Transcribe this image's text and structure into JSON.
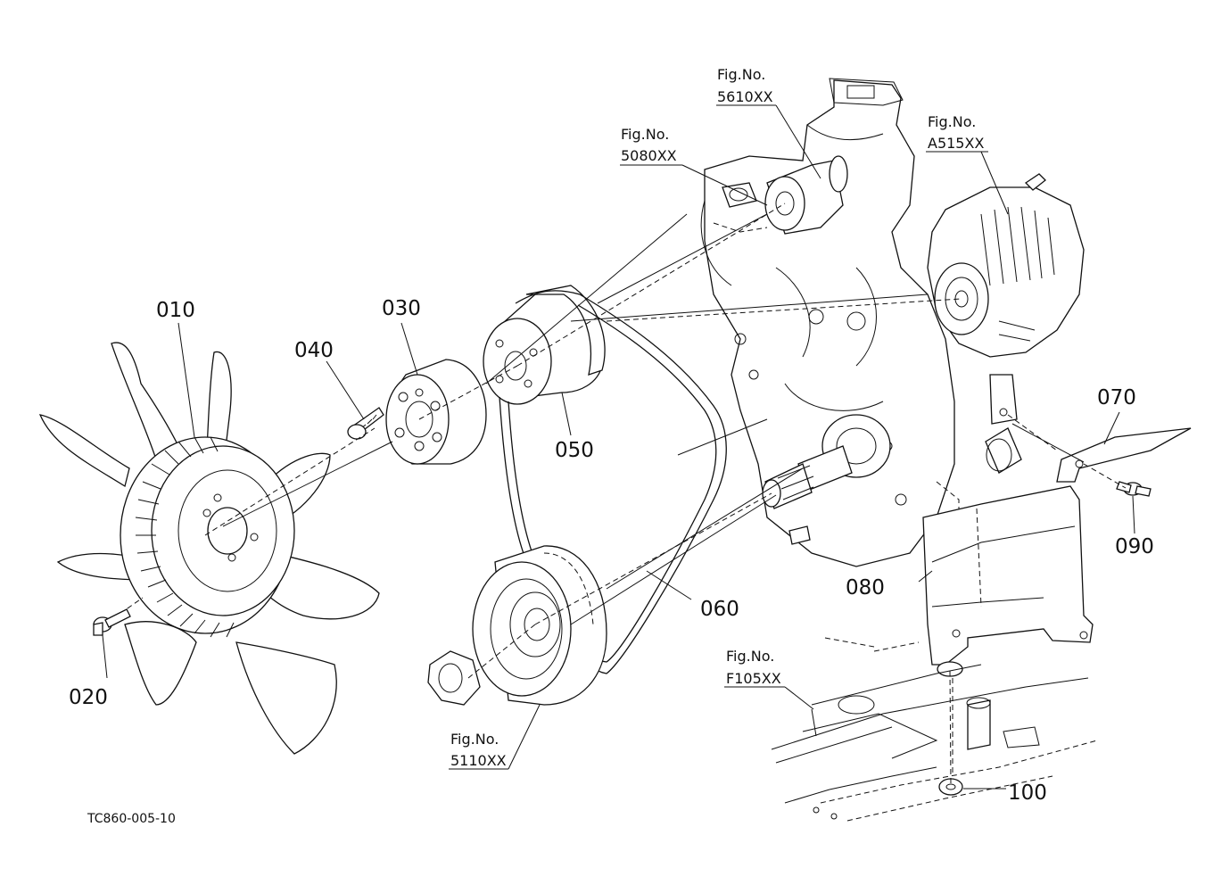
{
  "diagram": {
    "drawing_code": "TC860-005-10",
    "callouts": [
      {
        "id": "010",
        "label": "010"
      },
      {
        "id": "020",
        "label": "020"
      },
      {
        "id": "030",
        "label": "030"
      },
      {
        "id": "040",
        "label": "040"
      },
      {
        "id": "050",
        "label": "050"
      },
      {
        "id": "060",
        "label": "060"
      },
      {
        "id": "070",
        "label": "070"
      },
      {
        "id": "080",
        "label": "080"
      },
      {
        "id": "090",
        "label": "090"
      },
      {
        "id": "100",
        "label": "100"
      }
    ],
    "figure_refs": [
      {
        "prefix": "Fig.No.",
        "number": "5610XX"
      },
      {
        "prefix": "Fig.No.",
        "number": "5080XX"
      },
      {
        "prefix": "Fig.No.",
        "number": "A515XX"
      },
      {
        "prefix": "Fig.No.",
        "number": "F105XX"
      },
      {
        "prefix": "Fig.No.",
        "number": "5110XX"
      }
    ]
  }
}
